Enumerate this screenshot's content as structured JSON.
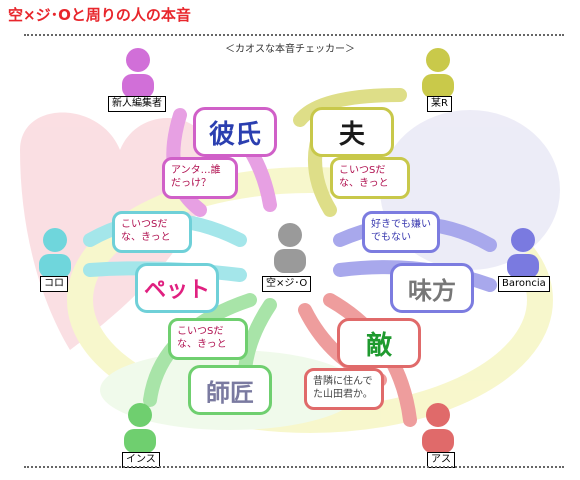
{
  "title": "空×ジ･Oと周りの人の本音",
  "subtitle": "＜カオスな本音チェッカー＞",
  "center": {
    "name": "空×ジ･O",
    "color": "#9a9a9a"
  },
  "people": {
    "top_left": {
      "name": "新人編集者",
      "color": "#d16fd8"
    },
    "top_right": {
      "name": "某R",
      "color": "#c9c94a"
    },
    "left": {
      "name": "コロ",
      "color": "#6fd6dc"
    },
    "right": {
      "name": "Baroncia",
      "color": "#7a7ae0"
    },
    "bottom_left": {
      "name": "インス",
      "color": "#6fcf6f"
    },
    "bottom_right": {
      "name": "アス",
      "color": "#e06a6a"
    }
  },
  "relations": {
    "top_left": {
      "label": "彼氏",
      "message": "アンタ…誰だっけ？",
      "label_color": "#2b3fb0",
      "accent": "#d060c8"
    },
    "top_right": {
      "label": "夫",
      "message": "こいつSだな、きっと",
      "label_color": "#1a1a1a",
      "accent": "#c8c84a"
    },
    "left": {
      "label": "ペット",
      "message": "こいつSだな、きっと",
      "label_color": "#e02080",
      "accent": "#6fd0d8"
    },
    "right": {
      "label": "味方",
      "message": "好きでも嫌いでもない",
      "label_color": "#777777",
      "accent": "#7c7ce0"
    },
    "bottom_left": {
      "label": "師匠",
      "message": "こいつSだな、きっと",
      "label_color": "#7a7aa0",
      "accent": "#6fcf6f"
    },
    "bottom_right": {
      "label": "敵",
      "message": "昔隣に住んでた山田君か。",
      "label_color": "#1f9a2f",
      "accent": "#e06a6a"
    }
  }
}
